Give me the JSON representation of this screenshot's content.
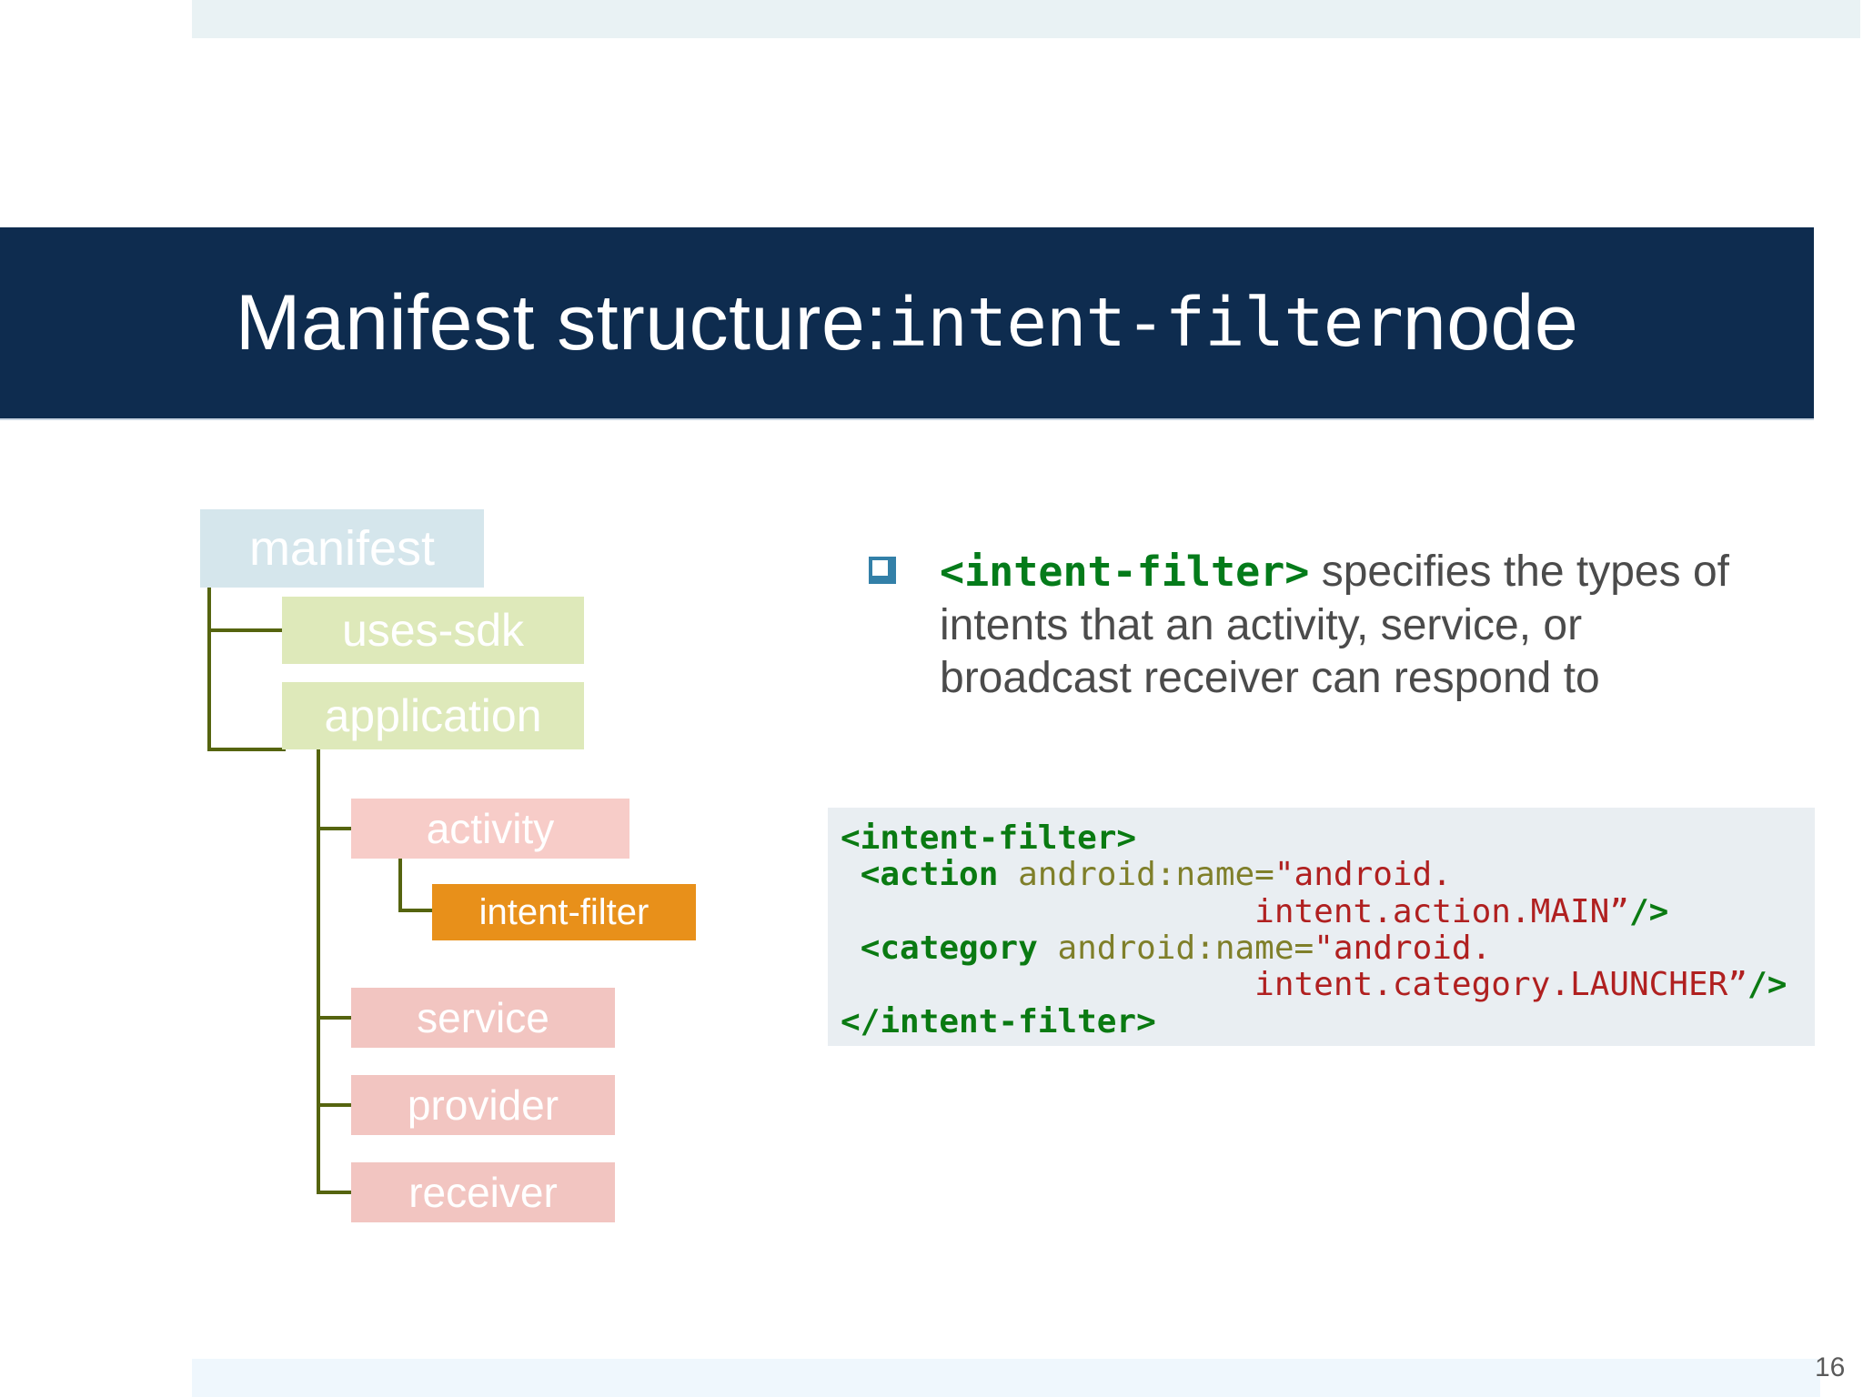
{
  "slide": {
    "page_number": "16",
    "title": {
      "prefix": "Manifest structure: ",
      "mono": "intent-filter",
      "suffix": " node"
    }
  },
  "colors": {
    "title_bar": "#0e2c4f",
    "accent_orange": "#e8901a",
    "bullet_marker": "#3380a8",
    "tree_line": "#55640f",
    "node_manifest": "#d5e6ec",
    "node_green": "#dee9ba",
    "node_pink": "#f2c5c1",
    "code_bg": "#e9eef2",
    "code_tag": "#0a7a12",
    "code_attr": "#7f7f2a",
    "code_value": "#b02020",
    "top_strip": "#e9f2f4",
    "bottom_strip": "#eff7fd"
  },
  "tree": {
    "nodes": [
      {
        "id": "manifest",
        "label": "manifest",
        "level": 0
      },
      {
        "id": "uses-sdk",
        "label": "uses-sdk",
        "level": 1
      },
      {
        "id": "application",
        "label": "application",
        "level": 1
      },
      {
        "id": "activity",
        "label": "activity",
        "level": 2
      },
      {
        "id": "intent-filter",
        "label": "intent-filter",
        "level": 3,
        "highlighted": true
      },
      {
        "id": "service",
        "label": "service",
        "level": 2
      },
      {
        "id": "provider",
        "label": "provider",
        "level": 2
      },
      {
        "id": "receiver",
        "label": "receiver",
        "level": 2
      }
    ]
  },
  "bullet": {
    "code_term": "<intent-filter>",
    "text": " specifies the types of intents that an activity, service, or broadcast receiver can respond to"
  },
  "code_sample": {
    "line1_tag": "<intent-filter>",
    "line2_tag": "<action",
    "line2_attr": " android:name=",
    "line2_val": "\"android.",
    "line3_val": "intent.action.MAIN”",
    "line3_tag": "/>",
    "line4_tag": "<category",
    "line4_attr": " android:name=",
    "line4_val": "\"android.",
    "line5_val": "intent.category.LAUNCHER”",
    "line5_tag": "/>",
    "line6_tag": "</intent-filter>"
  }
}
